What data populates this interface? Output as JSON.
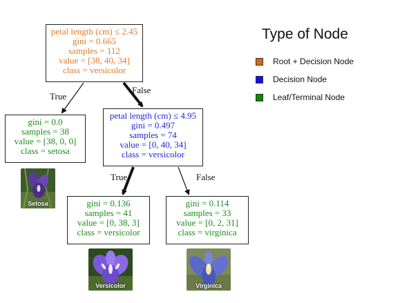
{
  "colors": {
    "root": "#e07a2a",
    "decision": "#2424d8",
    "leaf": "#1a8c1a"
  },
  "nodes": {
    "root": {
      "lines": [
        "petal length (cm) ≤ 2.45",
        "gini = 0.665",
        "samples = 112",
        "value = [38, 40, 34]",
        "class = versicolor"
      ]
    },
    "setosa": {
      "lines": [
        "gini = 0.0",
        "samples = 38",
        "value = [38, 0, 0]",
        "class = setosa"
      ]
    },
    "decision": {
      "lines": [
        "petal length (cm) ≤ 4.95",
        "gini = 0.497",
        "samples = 74",
        "value = [0, 40, 34]",
        "class = versicolor"
      ]
    },
    "versicolor": {
      "lines": [
        "gini = 0.136",
        "samples = 41",
        "value = [0, 38, 3]",
        "class = versicolor"
      ]
    },
    "virginica": {
      "lines": [
        "gini = 0.114",
        "samples = 33",
        "value = [0, 2, 31]",
        "class = virginica"
      ]
    }
  },
  "edges": {
    "root_true": "True",
    "root_false": "False",
    "decision_true": "True",
    "decision_false": "False"
  },
  "photos": {
    "setosa": "Setosa",
    "versicolor": "Versicolor",
    "virginica": "Virginica"
  },
  "legend": {
    "title": "Type of Node",
    "items": [
      {
        "label": "Root + Decision Node",
        "color": "#d2691e"
      },
      {
        "label": "Decision Node",
        "color": "#1010ee"
      },
      {
        "label": "Leaf/Terminal Node",
        "color": "#0a8a0a"
      }
    ]
  }
}
